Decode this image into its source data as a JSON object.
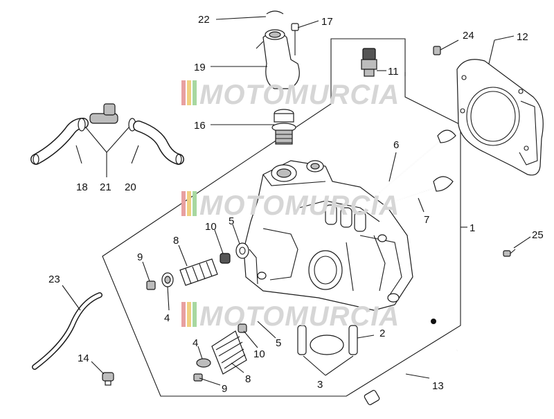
{
  "watermark": {
    "text": "MOTOMURCIA",
    "stripe_colors": [
      "#e8a0a0",
      "#f0d080",
      "#a8d8a0"
    ]
  },
  "labels": [
    {
      "id": "l1",
      "text": "1"
    },
    {
      "id": "l2",
      "text": "2"
    },
    {
      "id": "l3",
      "text": "3"
    },
    {
      "id": "l4a",
      "text": "4"
    },
    {
      "id": "l4b",
      "text": "4"
    },
    {
      "id": "l5a",
      "text": "5"
    },
    {
      "id": "l5b",
      "text": "5"
    },
    {
      "id": "l6",
      "text": "6"
    },
    {
      "id": "l7",
      "text": "7"
    },
    {
      "id": "l8a",
      "text": "8"
    },
    {
      "id": "l8b",
      "text": "8"
    },
    {
      "id": "l9a",
      "text": "9"
    },
    {
      "id": "l9b",
      "text": "9"
    },
    {
      "id": "l10a",
      "text": "10"
    },
    {
      "id": "l10b",
      "text": "10"
    },
    {
      "id": "l11",
      "text": "11"
    },
    {
      "id": "l12",
      "text": "12"
    },
    {
      "id": "l13",
      "text": "13"
    },
    {
      "id": "l14",
      "text": "14"
    },
    {
      "id": "l16",
      "text": "16"
    },
    {
      "id": "l17",
      "text": "17"
    },
    {
      "id": "l18",
      "text": "18"
    },
    {
      "id": "l19",
      "text": "19"
    },
    {
      "id": "l20",
      "text": "20"
    },
    {
      "id": "l21",
      "text": "21"
    },
    {
      "id": "l22",
      "text": "22"
    },
    {
      "id": "l23",
      "text": "23"
    },
    {
      "id": "l24",
      "text": "24"
    },
    {
      "id": "l25",
      "text": "25"
    }
  ]
}
